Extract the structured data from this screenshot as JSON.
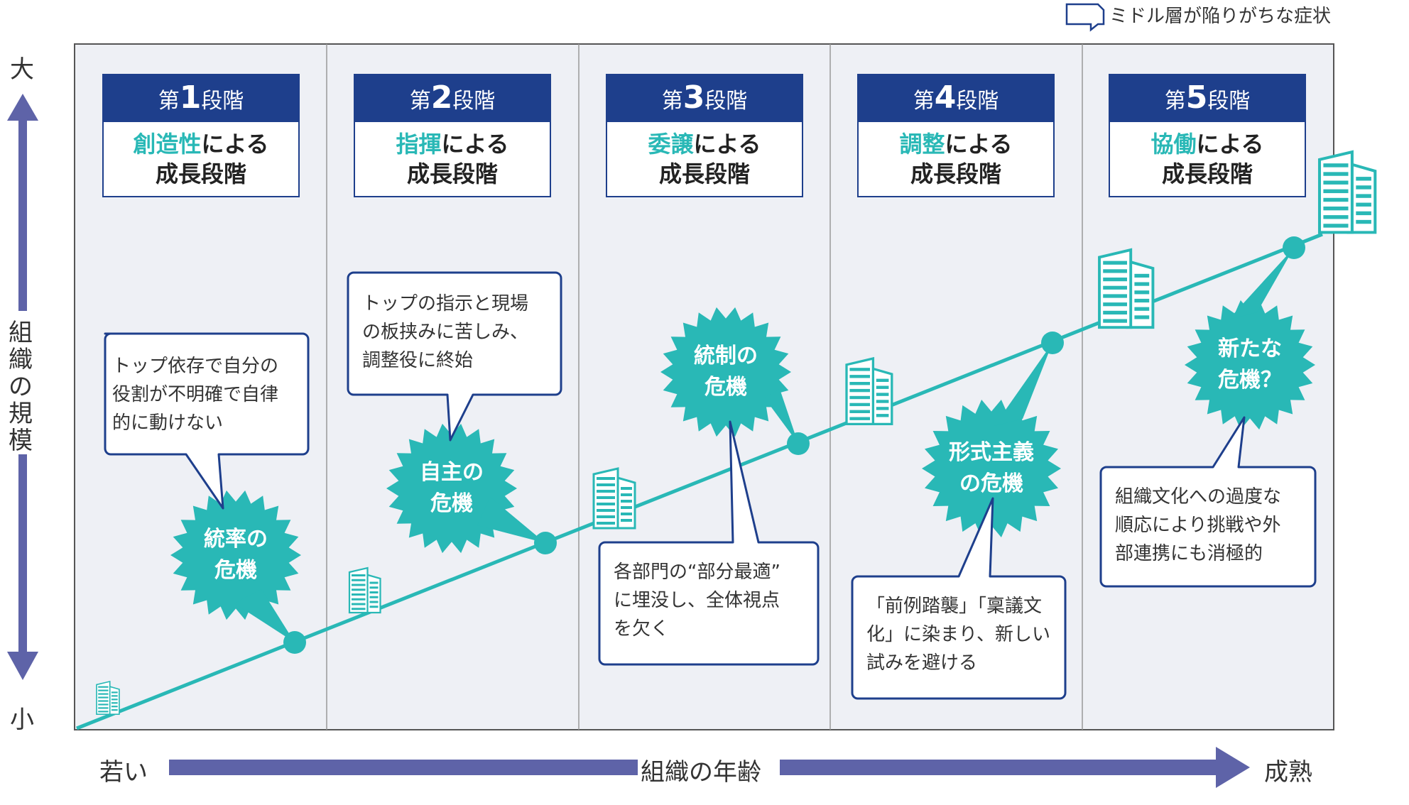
{
  "legend": {
    "label": "ミドル層が陥りがちな症状"
  },
  "y_axis": {
    "top": "大",
    "label": "組織の規模",
    "bottom": "小"
  },
  "x_axis": {
    "left": "若い",
    "label": "組織の年齢",
    "right": "成熟"
  },
  "stages": [
    {
      "prefix": "第",
      "num": "1",
      "suffix": "段階",
      "accent": "創造性",
      "rest": "による",
      "line2": "成長段階"
    },
    {
      "prefix": "第",
      "num": "2",
      "suffix": "段階",
      "accent": "指揮",
      "rest": "による",
      "line2": "成長段階"
    },
    {
      "prefix": "第",
      "num": "3",
      "suffix": "段階",
      "accent": "委譲",
      "rest": "による",
      "line2": "成長段階"
    },
    {
      "prefix": "第",
      "num": "4",
      "suffix": "段階",
      "accent": "調整",
      "rest": "による",
      "line2": "成長段階"
    },
    {
      "prefix": "第",
      "num": "5",
      "suffix": "段階",
      "accent": "協働",
      "rest": "による",
      "line2": "成長段階"
    }
  ],
  "crises": [
    {
      "label": "統率の\n危機"
    },
    {
      "label": "自主の\n危機"
    },
    {
      "label": "統制の\n危機"
    },
    {
      "label": "形式主義\nの危機"
    },
    {
      "label": "新たな\n危機？"
    }
  ],
  "symptoms": [
    {
      "text": "トップ依存で自分の\n役割が不明確で自律\n的に動けない"
    },
    {
      "text": "トップの指示と現場\nの板挟みに苦しみ、\n調整役に終始"
    },
    {
      "text": "各部門の“部分最適”\nに埋没し、全体視点\nを欠く"
    },
    {
      "text": "「前例踏襲」「稟議文\n化」に染まり、新しい\n試みを避ける"
    },
    {
      "text": "組織文化への過度な\n順応により挑戦や外\n部連携にも消極的"
    }
  ],
  "colors": {
    "navy": "#1e3f8c",
    "teal": "#29b8b6",
    "panel": "#eef0f5",
    "axis": "#5e63a8"
  },
  "icons": [
    "building-icon",
    "arrow-up-icon",
    "arrow-down-icon",
    "arrow-right-icon",
    "callout-icon"
  ]
}
